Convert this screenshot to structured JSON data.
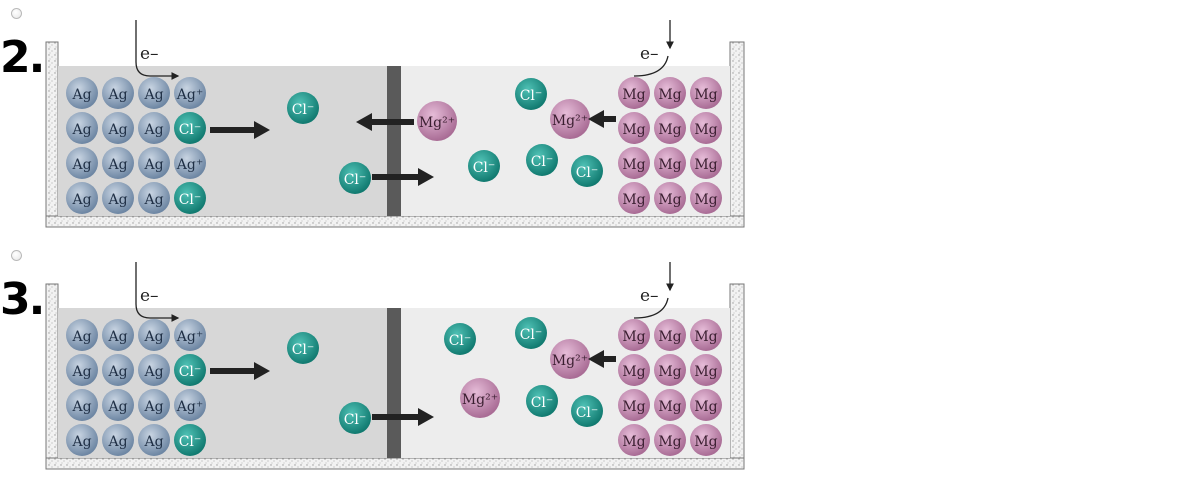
{
  "options": [
    {
      "mark": "2.",
      "electron_left": "e–",
      "electron_right": "e–",
      "ag_atom": "Ag",
      "ag_ion": "Ag⁺",
      "mg_atom": "Mg",
      "mg_ion": "Mg²⁺",
      "cl_ion": "Cl⁻"
    },
    {
      "mark": "3.",
      "electron_left": "e–",
      "electron_right": "e–",
      "ag_atom": "Ag",
      "ag_ion": "Ag⁺",
      "mg_atom": "Mg",
      "mg_ion": "Mg²⁺",
      "cl_ion": "Cl⁻"
    }
  ],
  "colors": {
    "ag": "#8fa5bd",
    "cl": "#1e9a8e",
    "mg": "#c98fb5",
    "left_solution": "#d7d7d7",
    "right_solution": "#ededed",
    "membrane": "#5a5a5a"
  }
}
